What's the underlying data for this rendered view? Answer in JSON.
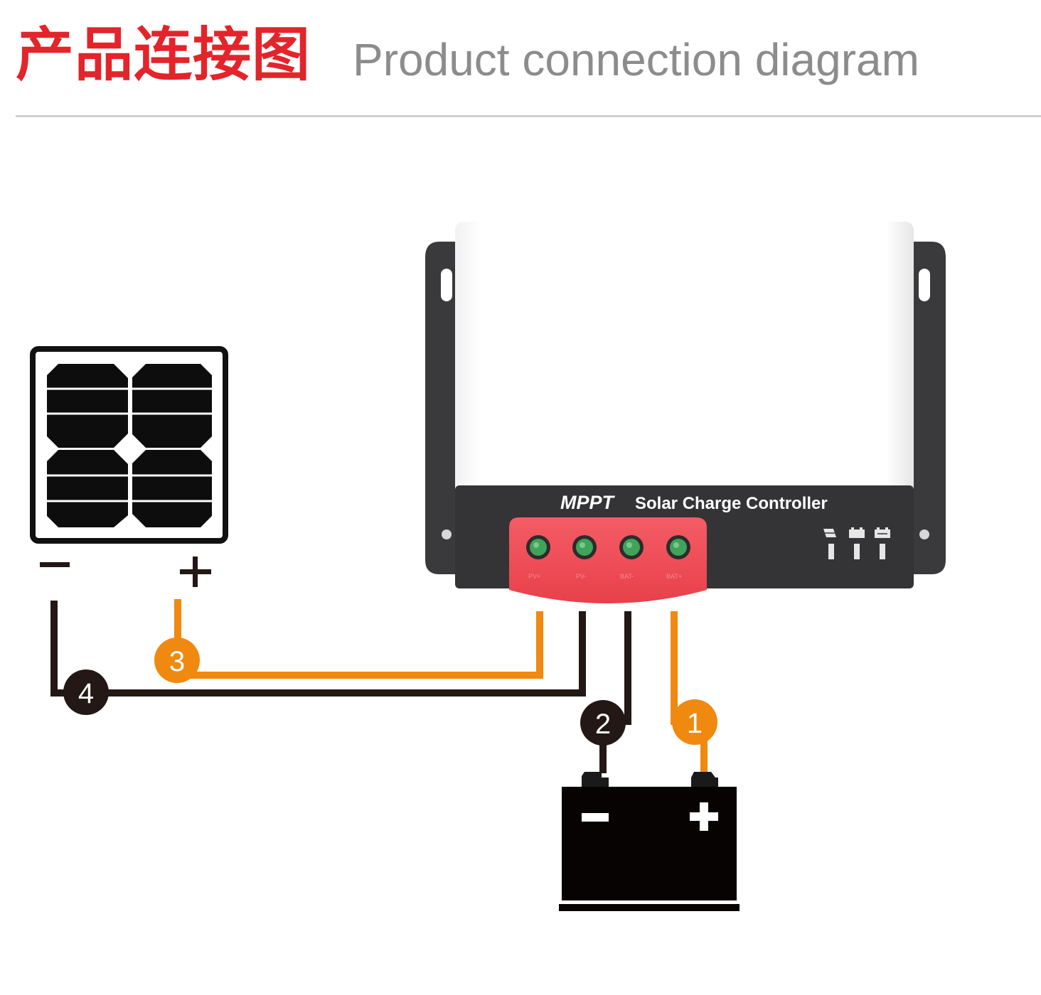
{
  "header": {
    "title_cn": "产品连接图",
    "title_en": "Product connection diagram"
  },
  "colors": {
    "title_red": "#e3242b",
    "wire_orange": "#f0890f",
    "wire_black": "#231815",
    "panel_red": "#ef4650",
    "led_green": "#3fa35a"
  },
  "controller": {
    "brand_label": "MPPT",
    "product_label": "Solar Charge Controller",
    "terminals": [
      "BAT+",
      "PV-",
      "BAT-",
      "PV+"
    ],
    "indicator_icons": [
      "solar-indicator-icon",
      "battery-indicator-icon",
      "load-indicator-icon"
    ]
  },
  "solar_panel": {
    "negative_symbol": "−",
    "positive_symbol": "+"
  },
  "battery": {
    "negative_symbol": "−",
    "positive_symbol": "+"
  },
  "steps": [
    {
      "label": "1",
      "color": "orange"
    },
    {
      "label": "2",
      "color": "black"
    },
    {
      "label": "3",
      "color": "orange"
    },
    {
      "label": "4",
      "color": "black"
    }
  ]
}
